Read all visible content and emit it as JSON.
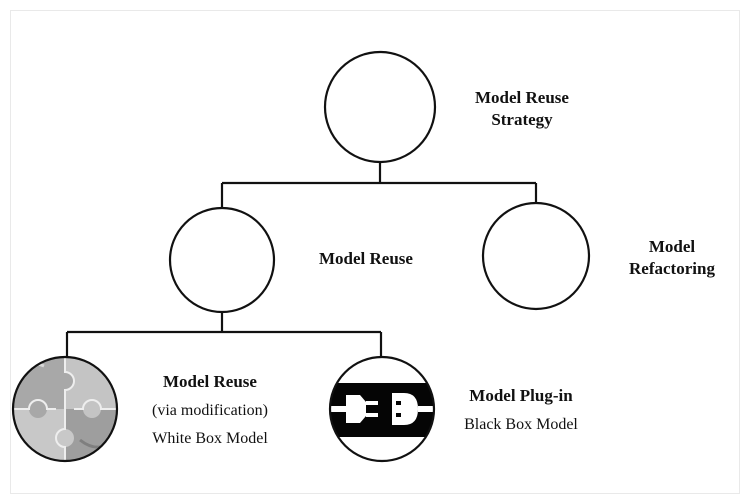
{
  "diagram": {
    "root": {
      "title_line1": "Model Reuse",
      "title_line2": "Strategy"
    },
    "model_reuse": {
      "title": "Model Reuse"
    },
    "model_refactoring": {
      "title_line1": "Model",
      "title_line2": "Refactoring"
    },
    "white_box": {
      "title": "Model Reuse",
      "subtitle": "(via modification)",
      "caption": "White Box Model",
      "icon": "puzzle-pieces-icon"
    },
    "black_box": {
      "title": "Model Plug-in",
      "caption": "Black Box Model",
      "icon": "electrical-plug-icon"
    }
  }
}
